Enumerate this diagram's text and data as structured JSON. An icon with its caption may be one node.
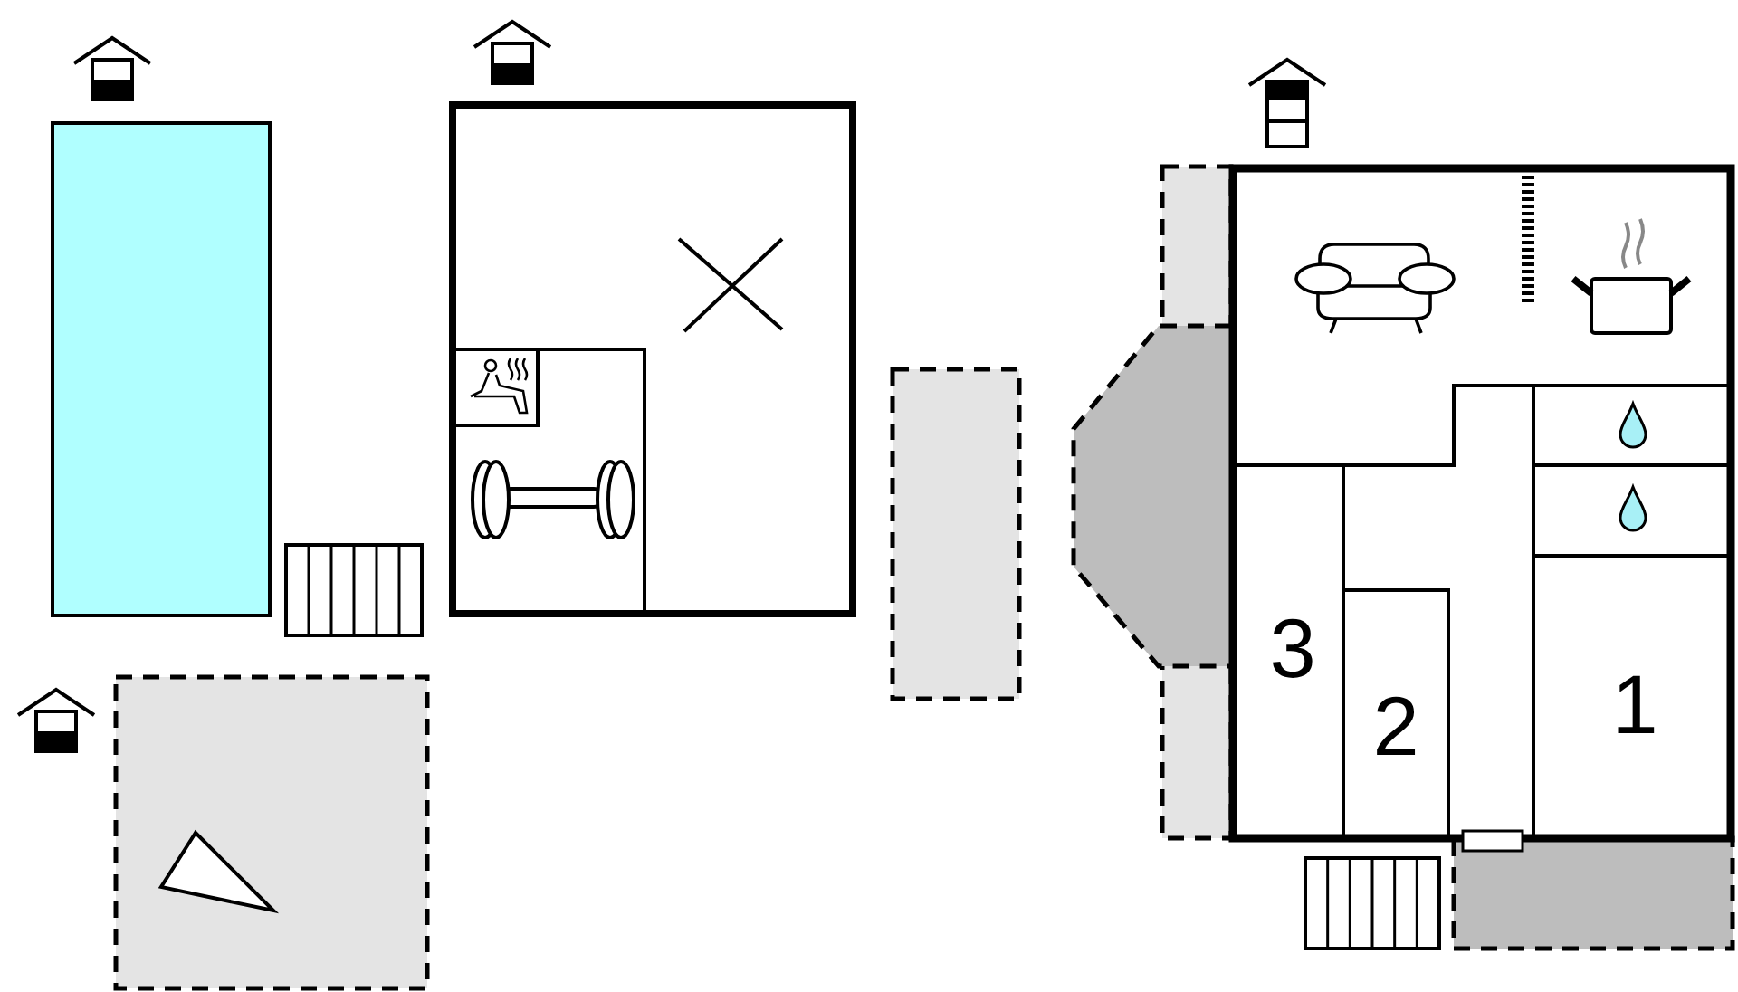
{
  "diagram": {
    "nodes": [
      {
        "text": [],
        "shape": "box"
      },
      {
        "text": [],
        "shape": "box"
      },
      {
        "text": [],
        "shape": "box"
      },
      {
        "text": [],
        "shape": "box"
      },
      {
        "text": [],
        "shape": "polygon"
      },
      {
        "text": [
          "3"
        ]
      },
      {
        "text": [
          "2"
        ]
      },
      {
        "text": [
          "1"
        ]
      },
      {
        "text": [],
        "shape": "box"
      }
    ]
  }
}
